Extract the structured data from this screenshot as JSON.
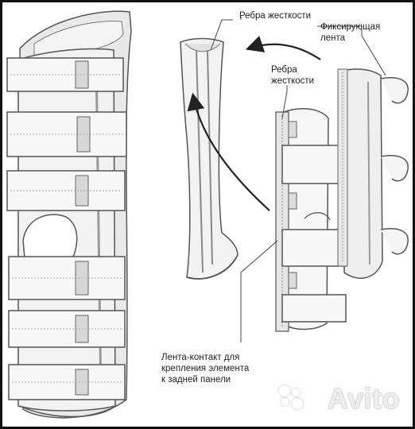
{
  "labels": {
    "ribs_top": "Ребра жесткости",
    "fixing_tape_line1": "Фиксирующая",
    "fixing_tape_line2": "лента",
    "ribs_mid_line1": "Ребра",
    "ribs_mid_line2": "жесткости",
    "contact_tape_line1": "Лента-контакт для",
    "contact_tape_line2": "крепления элемента",
    "contact_tape_line3": "к задней панели"
  },
  "watermark": "Avito"
}
